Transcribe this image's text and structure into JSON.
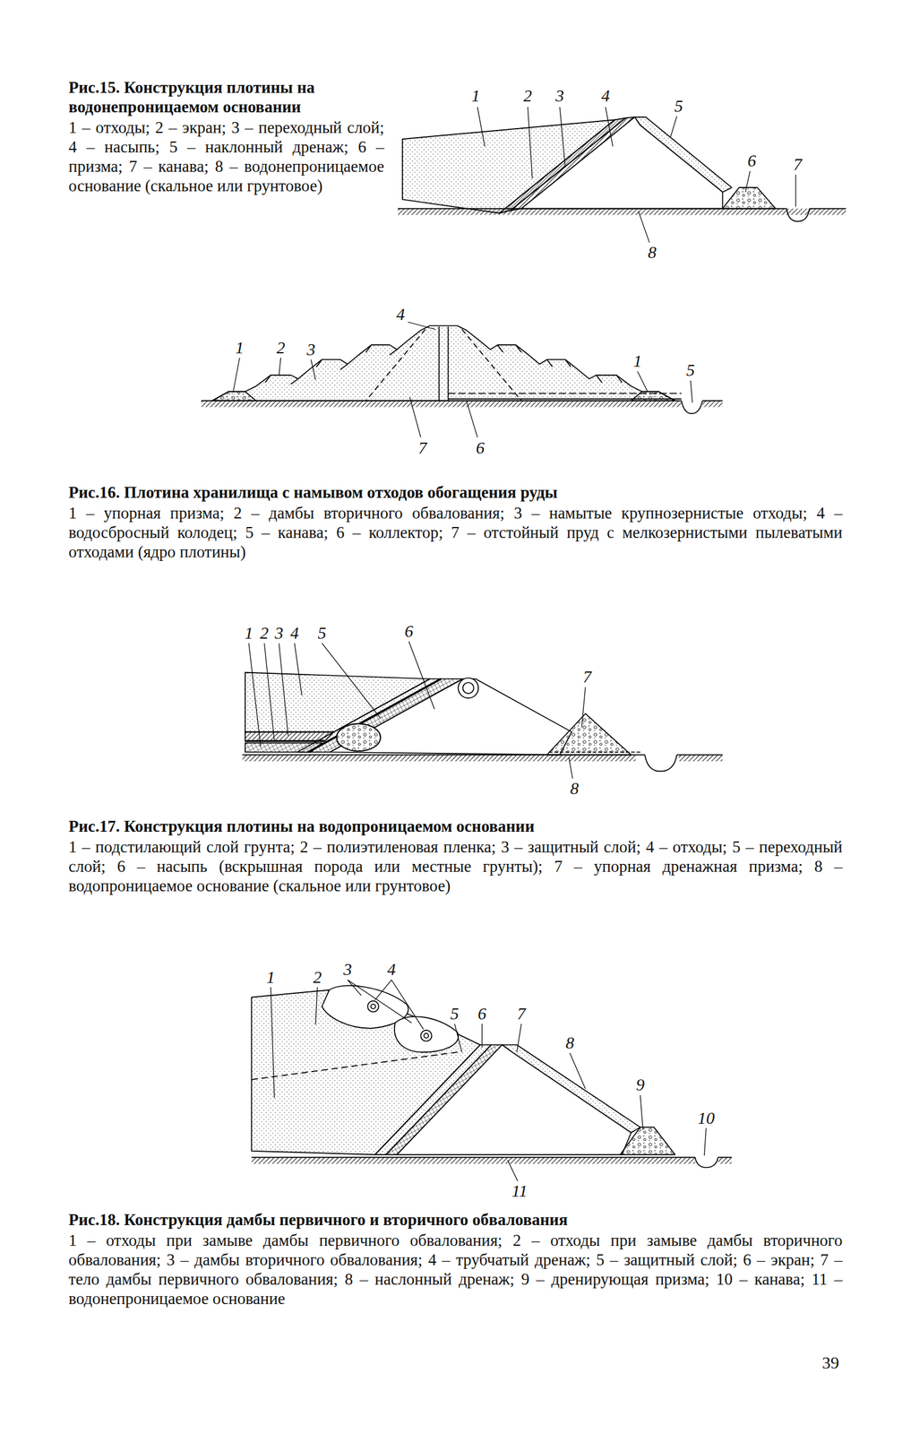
{
  "diagram": {
    "labels": [
      "Рис.15. Конструкция плотины на водонепроницаемом основании",
      "1 – отходы; 2 – экран; 3 – переходный слой; 4 – насыпь; 5 – наклонный дренаж; 6 – призма; 7 – канава; 8 – водонепроницаемое основание (скальное или грунтовое)",
      "1",
      "2",
      "3",
      "4",
      "5",
      "6",
      "7",
      "8",
      "1",
      "2",
      "3",
      "4",
      "1",
      "5",
      "7",
      "6",
      "Рис.16. Плотина хранилища с намывом отходов обогащения руды",
      "1 – упорная призма; 2 – дамбы вторичного обвалования; 3 – намытые крупнозернистые отходы; 4 – водосбросный колодец; 5 – канава; 6 – коллектор; 7 – отстойный пруд с мелкозернистыми пылеватыми отходами (ядро плотины)",
      "1",
      "2",
      "3",
      "4",
      "5",
      "6",
      "7",
      "8",
      "Рис.17. Конструкция плотины на водопроницаемом основании",
      "1 – подстилающий слой грунта; 2 – полиэтиленовая пленка; 3 – защитный слой; 4 – отходы; 5 – переходный слой; 6 – насыпь (вскрышная порода или местные грунты); 7 – упорная дренажная призма; 8 – водопроницаемое основание (скальное или грунтовое)",
      "1",
      "2",
      "3",
      "4",
      "5",
      "6",
      "7",
      "8",
      "9",
      "10",
      "11",
      "Рис.18. Конструкция дамбы первичного и вторичного обвалования",
      "1 – отходы при замыве дамбы первичного обвалования; 2 – отходы при замыве дамбы вторичного обвалования; 3 – дамбы вторичного обвалования; 4 – трубчатый дренаж; 5 – защитный слой; 6 – экран; 7 – тело дамбы первичного обвалования; 8 – наслонный дренаж; 9 – дренирующая призма; 10 – канава; 11 – водонепроницаемое основание",
      "39"
    ]
  }
}
